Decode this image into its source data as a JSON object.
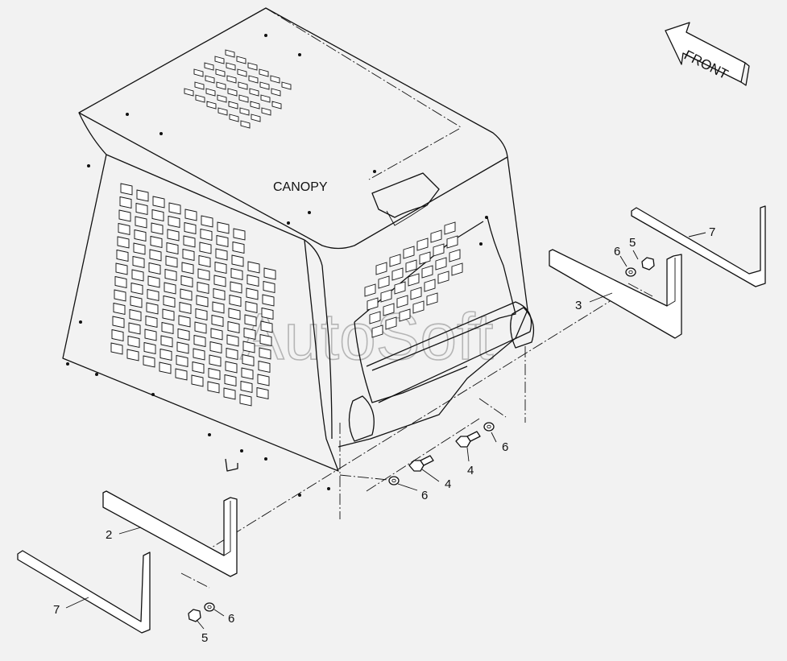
{
  "assembly_label": "CANOPY",
  "direction_label": "FRONT",
  "watermark": "AutoSoft",
  "callouts": [
    {
      "id": "c7a",
      "text": "7"
    },
    {
      "id": "c5a",
      "text": "5"
    },
    {
      "id": "c6a",
      "text": "6"
    },
    {
      "id": "c3",
      "text": "3"
    },
    {
      "id": "c6b",
      "text": "6"
    },
    {
      "id": "c4a",
      "text": "4"
    },
    {
      "id": "c4b",
      "text": "4"
    },
    {
      "id": "c6c",
      "text": "6"
    },
    {
      "id": "c2",
      "text": "2"
    },
    {
      "id": "c7b",
      "text": "7"
    },
    {
      "id": "c6d",
      "text": "6"
    },
    {
      "id": "c5b",
      "text": "5"
    }
  ]
}
